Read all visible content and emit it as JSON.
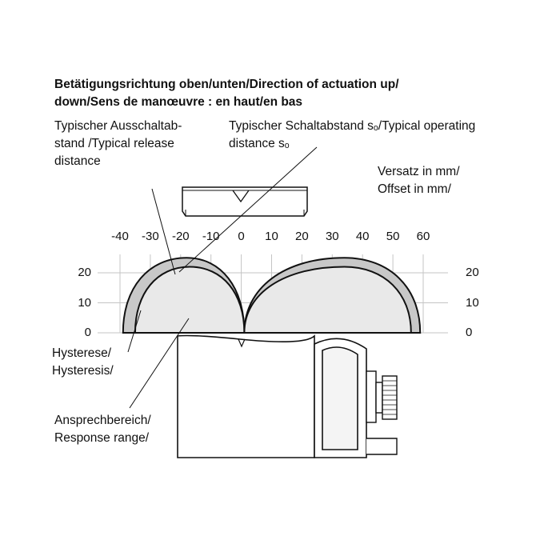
{
  "title": {
    "line1": "Betätigungsrichtung oben/unten/Direction of actuation up/",
    "line2": "down/Sens de manœuvre : en haut/en bas"
  },
  "labels": {
    "release_line1": "Typischer Ausschaltab-",
    "release_line2": "stand /Typical release",
    "release_line3": "distance",
    "operating_line1": "Typischer Schaltabstand sₒ/Typical operating",
    "operating_line2": "distance sₒ",
    "offset_line1": "Versatz in mm/",
    "offset_line2": "Offset in mm/",
    "hysteresis_line1": "Hysterese/",
    "hysteresis_line2": "Hysteresis/",
    "response_line1": "Ansprechbereich/",
    "response_line2": "Response range/"
  },
  "x_ticks": [
    "-40",
    "-30",
    "-20",
    "-10",
    "0",
    "10",
    "20",
    "30",
    "40",
    "50",
    "60"
  ],
  "y_ticks_left": [
    "20",
    "10",
    "0"
  ],
  "y_ticks_right": [
    "20",
    "10",
    "0"
  ],
  "chart_data": {
    "type": "area",
    "xlabel": "Versatz in mm/ Offset in mm/",
    "xlim": [
      -40,
      60
    ],
    "ylim": [
      0,
      25
    ],
    "series": [
      {
        "name": "Typischer Ausschaltabstand /Typical release distance",
        "lobes": [
          {
            "x_start": -39,
            "x_peak": -18,
            "x_end": 1,
            "peak": 25
          },
          {
            "x_start": 1,
            "x_peak": 34,
            "x_end": 59,
            "peak": 25
          }
        ]
      },
      {
        "name": "Typischer Schaltabstand sₒ/Typical operating distance sₒ",
        "lobes": [
          {
            "x_start": -35,
            "x_peak": -17,
            "x_end": 1,
            "peak": 22
          },
          {
            "x_start": 1,
            "x_peak": 34,
            "x_end": 56,
            "peak": 22
          }
        ]
      }
    ]
  },
  "colors": {
    "hysteresis_fill": "#c8c8c8",
    "response_fill": "#e9e9e9",
    "grid": "#c4c4c4",
    "outline": "#111111"
  }
}
